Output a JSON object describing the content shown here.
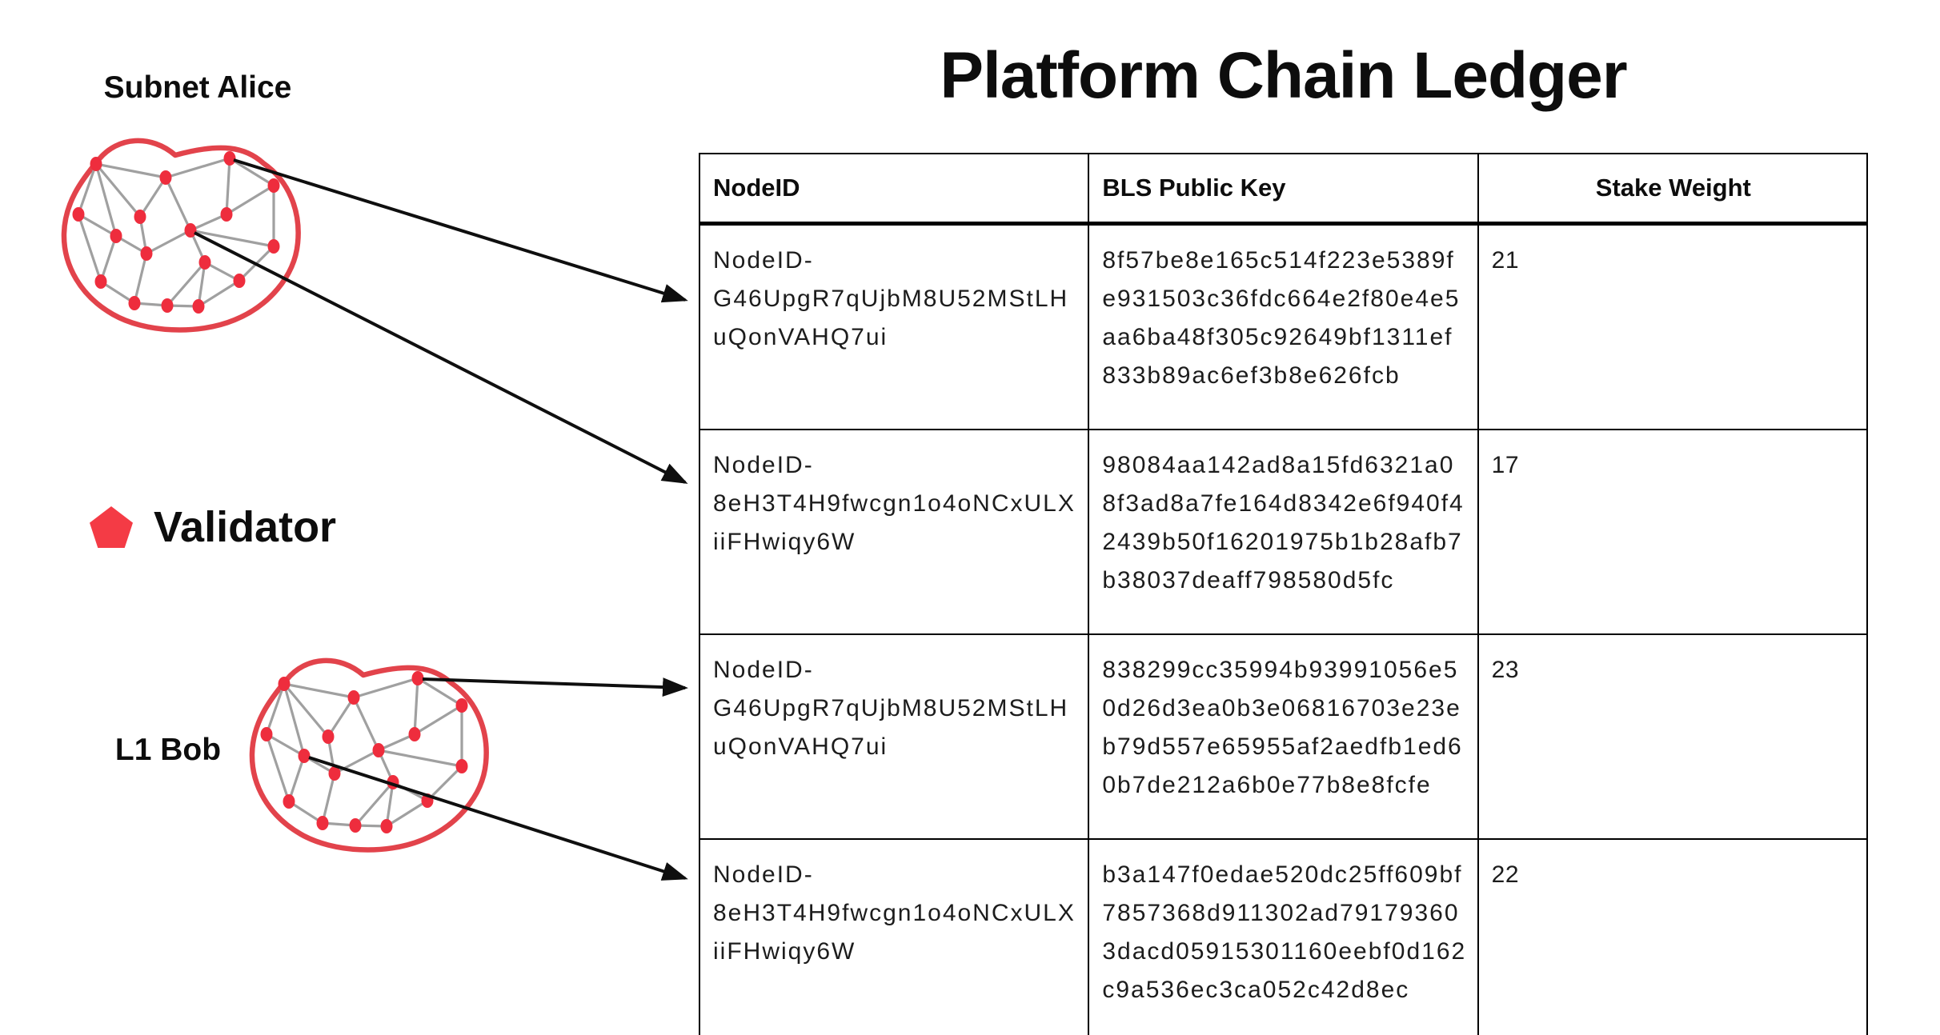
{
  "title": "Platform Chain Ledger",
  "legend": {
    "label": "Validator",
    "icon": "pentagon-icon"
  },
  "networks": [
    {
      "id": "subnet-alice",
      "label": "Subnet Alice"
    },
    {
      "id": "l1-bob",
      "label": "L1 Bob"
    }
  ],
  "table": {
    "columns": [
      "NodeID",
      "BLS Public Key",
      "Stake Weight"
    ],
    "rows": [
      {
        "node_id": "NodeID-G46UpgR7qUjbM8U52MStLHuQonVAHQ7ui",
        "bls_public_key": "8f57be8e165c514f223e5389fe931503c36fdc664e2f80e4e5aa6ba48f305c92649bf1311ef833b89ac6ef3b8e626fcb",
        "stake_weight": "21"
      },
      {
        "node_id": "NodeID-8eH3T4H9fwcgn1o4oNCxULXiiFHwiqy6W",
        "bls_public_key": "98084aa142ad8a15fd6321a08f3ad8a7fe164d8342e6f940f42439b50f16201975b1b28afb7b38037deaff798580d5fc",
        "stake_weight": "17"
      },
      {
        "node_id": "NodeID-G46UpgR7qUjbM8U52MStLHuQonVAHQ7ui",
        "bls_public_key": "838299cc35994b93991056e50d26d3ea0b3e06816703e23eb79d557e65955af2aedfb1ed60b7de212a6b0e77b8e8fcfe",
        "stake_weight": "23"
      },
      {
        "node_id": "NodeID-8eH3T4H9fwcgn1o4oNCxULXiiFHwiqy6W",
        "bls_public_key": "b3a147f0edae520dc25ff609bf7857368d911302ad791793603dacd05915301160eebf0d162c9a536ec3ca052c42d8ec",
        "stake_weight": "22"
      }
    ]
  },
  "colors": {
    "validator_node_red": "#ee2d3d",
    "blob_outline_red": "#e2434b",
    "legend_pentagon_red": "#f43b45",
    "mesh_edge_gray": "#a0a0a0",
    "arrow_black": "#0f0f0f",
    "table_border_black": "#000000"
  }
}
